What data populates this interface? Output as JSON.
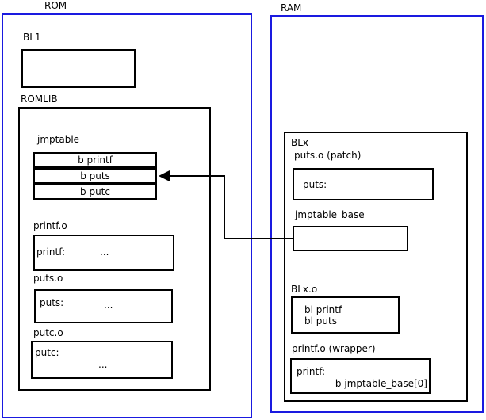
{
  "colors": {
    "frame_blue": "#1a1ae0",
    "line_black": "#000000"
  },
  "rom": {
    "title": "ROM",
    "bl1_label": "BL1",
    "romlib_label": "ROMLIB",
    "jmptable": {
      "label": "jmptable",
      "rows": [
        "b printf",
        "b puts",
        "b putc"
      ]
    },
    "printf_o": {
      "label": "printf.o",
      "symbol": "printf:",
      "dots": "..."
    },
    "puts_o": {
      "label": "puts.o",
      "symbol": "puts:",
      "dots": "..."
    },
    "putc_o": {
      "label": "putc.o",
      "symbol": "putc:",
      "dots": "..."
    }
  },
  "ram": {
    "title": "RAM",
    "blx_label": "BLx",
    "puts_patch": {
      "label": "puts.o (patch)",
      "symbol": "puts:"
    },
    "jmptable_base": {
      "label": "jmptable_base"
    },
    "blx_o": {
      "label": "BLx.o",
      "lines": [
        "bl printf",
        "bl puts"
      ]
    },
    "printf_wrapper": {
      "label": "printf.o (wrapper)",
      "symbol": "printf:",
      "branch": "b jmptable_base[0]"
    }
  }
}
